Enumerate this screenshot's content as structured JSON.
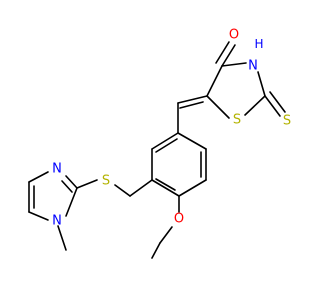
{
  "molecule": {
    "atoms": {
      "o_carbonyl": "O",
      "n_thiazolidine": "N",
      "h_thiazolidine": "H",
      "s_ring": "S",
      "s_thione": "S",
      "s_thioether": "S",
      "n_imidazole_top": "N",
      "n_imidazole_methyl": "N",
      "o_methoxy": "O"
    },
    "colors": {
      "carbon": "#000000",
      "nitrogen": "#0000ff",
      "oxygen": "#ff0000",
      "sulfur": "#b3b300"
    }
  }
}
